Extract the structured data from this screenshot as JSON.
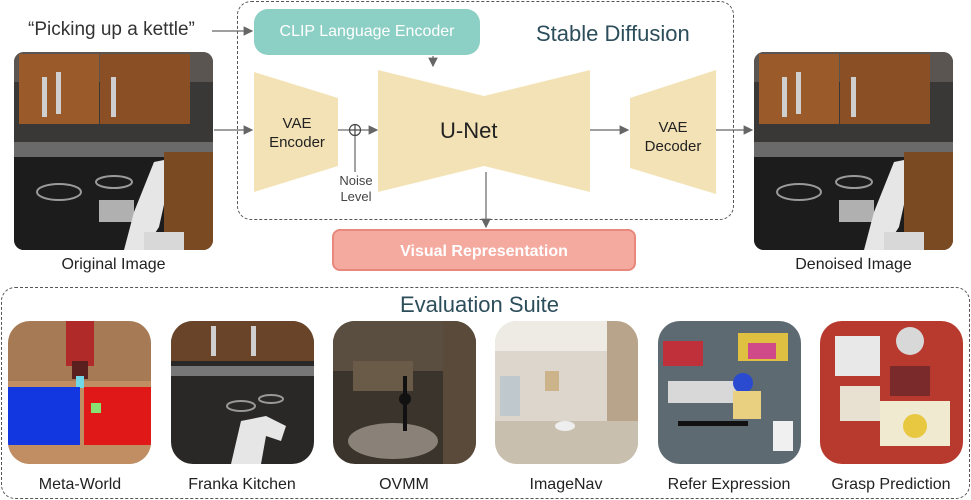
{
  "prompt_text": "“Picking up a kettle”",
  "stable_diffusion": {
    "title": "Stable Diffusion",
    "clip_encoder": "CLIP Language Encoder",
    "vae_encoder": "VAE\nEncoder",
    "unet": "U-Net",
    "vae_decoder": "VAE\nDecoder",
    "noise_level": "Noise\nLevel",
    "noise_symbol": "⊕"
  },
  "visual_representation": "Visual Representation",
  "original_image_label": "Original Image",
  "denoised_image_label": "Denoised Image",
  "evaluation_suite": {
    "title": "Evaluation Suite",
    "tasks": [
      {
        "label": "Meta-World"
      },
      {
        "label": "Franka Kitchen"
      },
      {
        "label": "OVMM"
      },
      {
        "label": "ImageNav"
      },
      {
        "label": "Refer Expression"
      },
      {
        "label": "Grasp Prediction"
      }
    ]
  },
  "colors": {
    "clip_box": "#8ccfc4",
    "vae_unet_fill": "#f3e2b5",
    "visual_rep_fill": "#f5aaa0",
    "visual_rep_border": "#e8877b",
    "title_color": "#2c4d5a"
  }
}
